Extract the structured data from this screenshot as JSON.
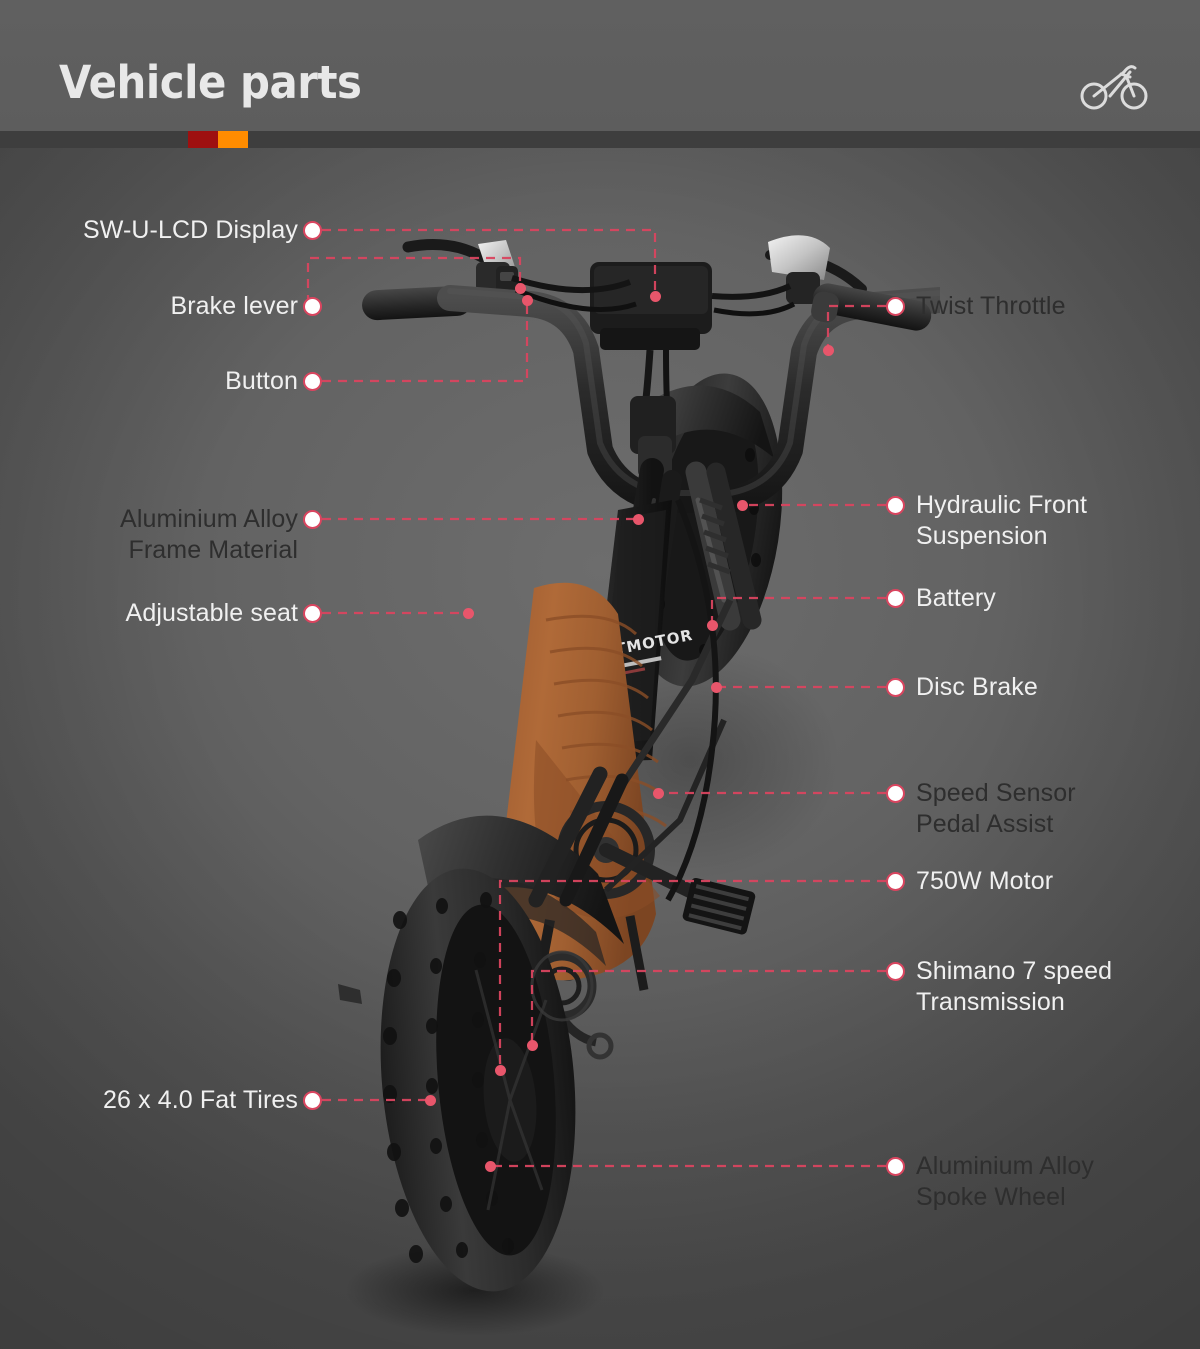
{
  "header": {
    "title": "Vehicle parts",
    "badge_icon": "bicycle-icon",
    "accent_red": "#9e1010",
    "accent_orange": "#ff8c00",
    "divider_color": "#3e3e3e"
  },
  "diagram": {
    "subject": "electric-fat-tire-bicycle",
    "leader_color": "#d9455f",
    "node_fill": "#ffffff"
  },
  "callouts": {
    "left": [
      {
        "label": "SW-U-LCD Display",
        "tone": "light"
      },
      {
        "label": "Brake lever",
        "tone": "light"
      },
      {
        "label": "Button",
        "tone": "light"
      },
      {
        "label": "Aluminium Alloy\nFrame Material",
        "tone": "dark"
      },
      {
        "label": "Adjustable seat",
        "tone": "light"
      },
      {
        "label": "26 x 4.0 Fat Tires",
        "tone": "light"
      }
    ],
    "right": [
      {
        "label": "Twist Throttle",
        "tone": "dark"
      },
      {
        "label": "Hydraulic Front\nSuspension",
        "tone": "light"
      },
      {
        "label": "Battery",
        "tone": "light"
      },
      {
        "label": "Disc Brake",
        "tone": "light"
      },
      {
        "label": "Speed Sensor\nPedal Assist",
        "tone": "dark"
      },
      {
        "label": "750W Motor",
        "tone": "light"
      },
      {
        "label": "Shimano 7 speed\nTransmission",
        "tone": "light"
      },
      {
        "label": "Aluminium Alloy\nSpoke Wheel",
        "tone": "dark"
      }
    ]
  }
}
